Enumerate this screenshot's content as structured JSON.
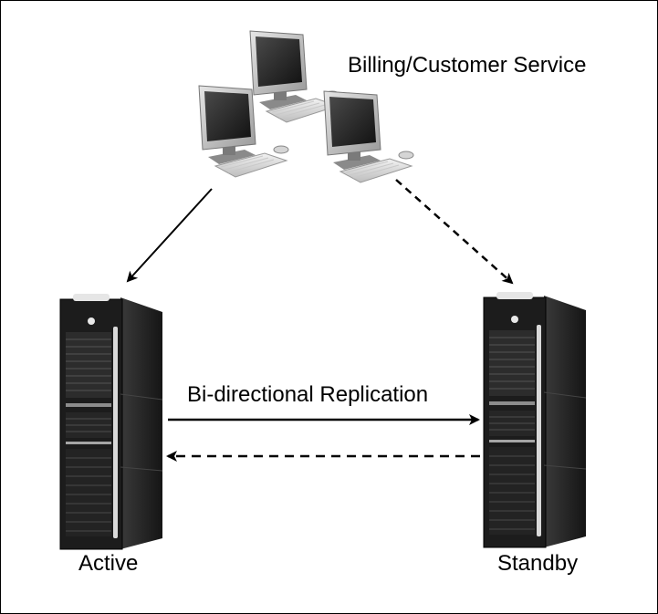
{
  "labels": {
    "billing": "Billing/Customer Service",
    "replication": "Bi-directional Replication",
    "active": "Active",
    "standby": "Standby"
  },
  "icons": {
    "workstation": "desktop-computer-icon",
    "server": "server-rack-icon"
  },
  "colors": {
    "line": "#000000",
    "rack_body": "#1a1a1a",
    "rack_side": "#2b2b2b",
    "monitor_bezel": "#bfbfbf",
    "monitor_screen": "#2a2a2a"
  }
}
